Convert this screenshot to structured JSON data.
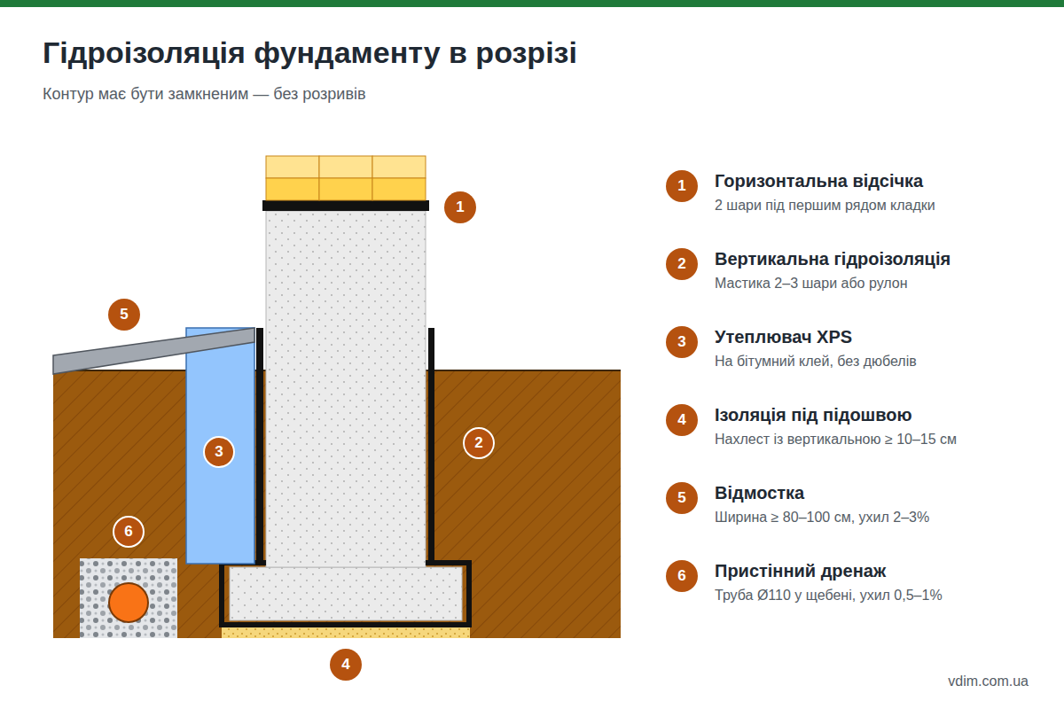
{
  "diagram": {
    "title": "Гідроізоляція фундаменту в розрізі",
    "caption": "Контур має бути замкненим — без розривів",
    "nodes": [
      {
        "text": [
          "1"
        ]
      },
      {
        "text": [
          "2"
        ]
      },
      {
        "text": [
          "3"
        ]
      },
      {
        "text": [
          "4"
        ]
      },
      {
        "text": [
          "5"
        ]
      },
      {
        "text": [
          "6"
        ]
      },
      {
        "text": [
          "1",
          "Горизонтальна відсічка",
          "2 шари під першим рядом кладки"
        ]
      },
      {
        "text": [
          "2",
          "Вертикальна гідроізоляція",
          "Мастика 2–3 шари або рулон"
        ]
      },
      {
        "text": [
          "3",
          "Утеплювач XPS",
          "На бітумний клей, без дюбелів"
        ]
      },
      {
        "text": [
          "4",
          "Ізоляція під підошвою",
          "Нахлест із вертикальною ≥ 10–15 см"
        ]
      },
      {
        "text": [
          "5",
          "Відмостка",
          "Ширина ≥ 80–100 см, ухил 2–3%"
        ]
      },
      {
        "text": [
          "6",
          "Пристінний дренаж",
          "Труба Ø110 у щебені, ухил 0,5–1%"
        ]
      }
    ],
    "labels": [
      "vdim.com.ua"
    ]
  }
}
